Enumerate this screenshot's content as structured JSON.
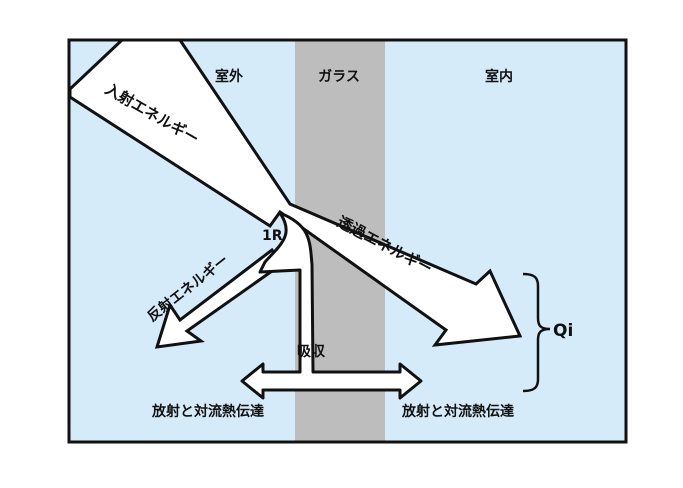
{
  "labels": {
    "outside": "室外",
    "glass": "ガラス",
    "inside": "室内",
    "incident": "入射エネルギー",
    "transmitted": "透過エネルギー",
    "reflected": "反射エネルギー",
    "reflectance_mark": "1R",
    "absorbed": "吸収",
    "heat_transfer_out": "放射と対流熱伝達",
    "heat_transfer_in": "放射と対流熱伝達",
    "total": "Qi"
  },
  "colors": {
    "room_background": "#d6ebfa",
    "glass": "#bdbdbd",
    "stroke": "#111111",
    "arrow_fill": "#ffffff"
  }
}
